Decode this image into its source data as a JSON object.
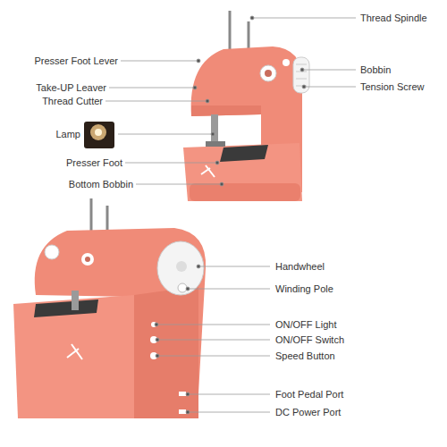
{
  "diagram": {
    "labels": [
      "Presser Foot Lever",
      "Take-UP Leaver",
      "Thread Cutter",
      "Lamp",
      "Presser Foot",
      "Bottom Bobbin",
      "Thread Spindle",
      "Bobbin",
      "Tension Screw",
      "Handwheel",
      "Winding Pole",
      "ON/OFF Light",
      "ON/OFF Switch",
      "Speed Button",
      "Foot Pedal Port",
      "DC Power Port"
    ]
  }
}
